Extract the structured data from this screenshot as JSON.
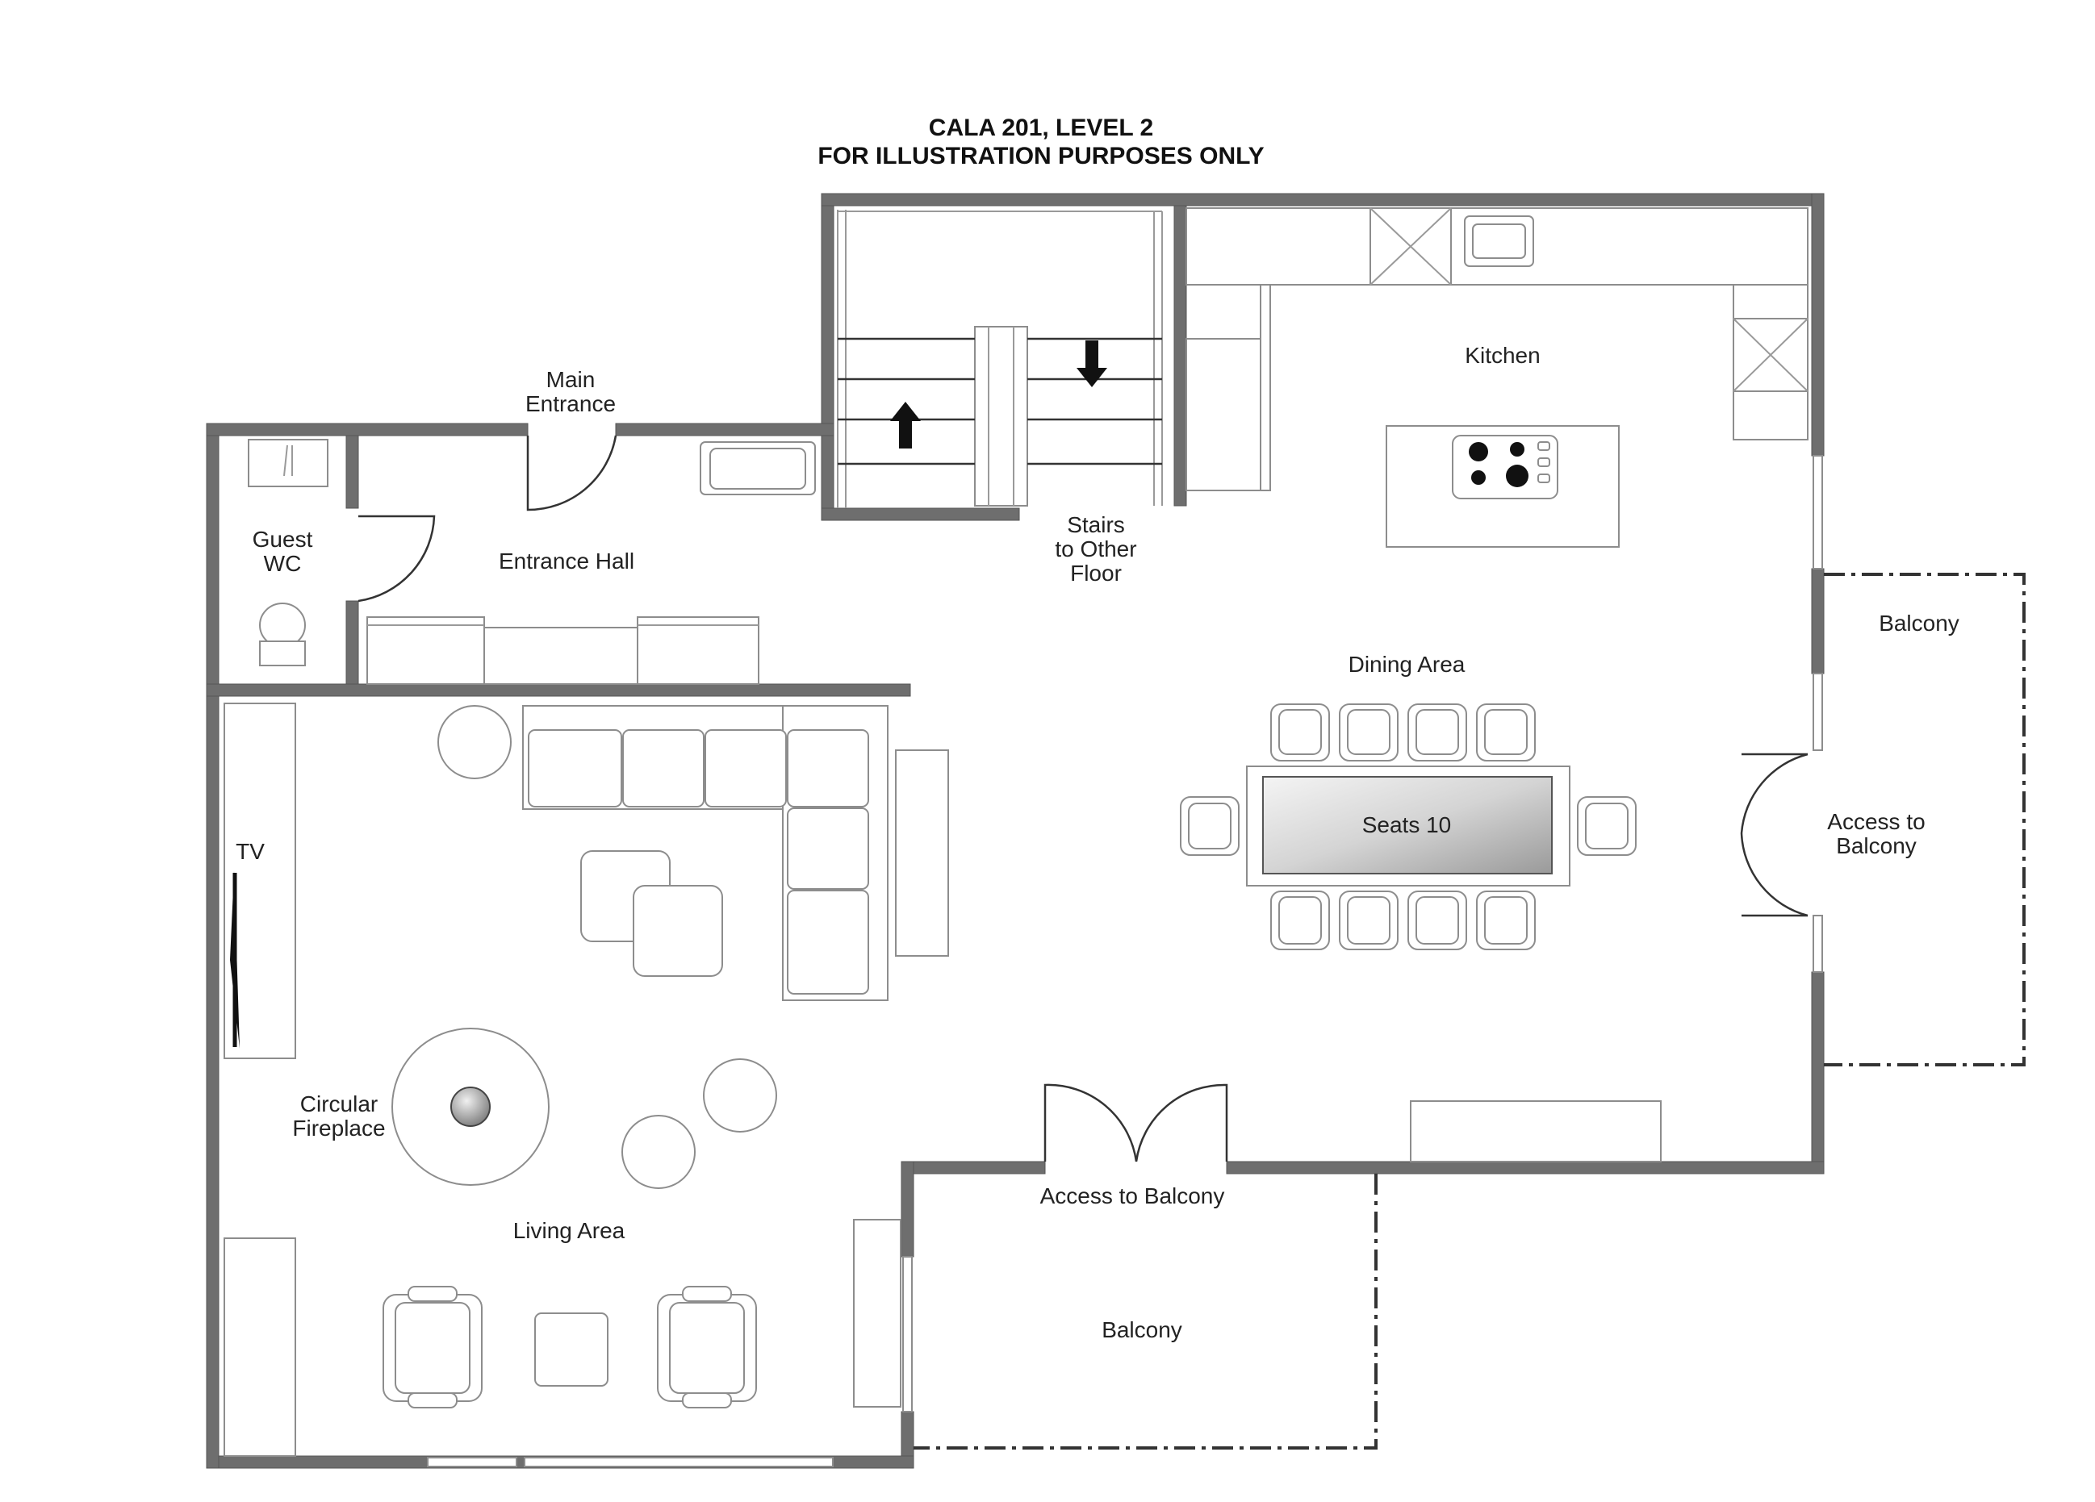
{
  "title": {
    "line1": "CALA 201, LEVEL 2",
    "line2": "FOR ILLUSTRATION PURPOSES ONLY"
  },
  "labels": {
    "main_entrance_1": "Main",
    "main_entrance_2": "Entrance",
    "guest_wc_1": "Guest",
    "guest_wc_2": "WC",
    "entrance_hall": "Entrance Hall",
    "stairs_1": "Stairs",
    "stairs_2": "to Other",
    "stairs_3": "Floor",
    "kitchen": "Kitchen",
    "dining_area": "Dining Area",
    "seats": "Seats 10",
    "balcony_east": "Balcony",
    "access_east_1": "Access to",
    "access_east_2": "Balcony",
    "tv": "TV",
    "fireplace_1": "Circular",
    "fireplace_2": "Fireplace",
    "living_area": "Living Area",
    "access_south": "Access to Balcony",
    "balcony_south": "Balcony"
  },
  "colors": {
    "wall": "#6e6e6e",
    "furniture_stroke": "#8d8d8d",
    "door_stroke": "#333333"
  }
}
